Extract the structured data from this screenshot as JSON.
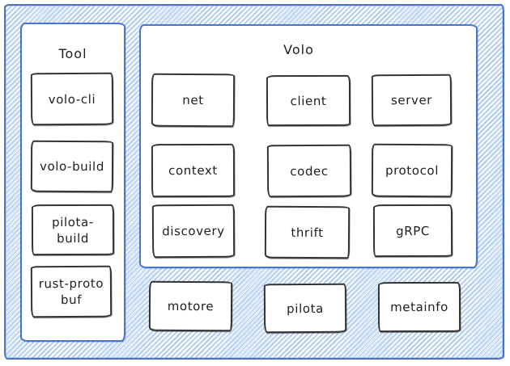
{
  "diagram": {
    "kind": "hand-drawn architecture diagram",
    "colors": {
      "frame_stroke": "#4a72c8",
      "hatch_stripe": "#aecdf0",
      "panel_stroke": "#4a75cc",
      "node_stroke": "#333333",
      "node_fill": "#ffffff",
      "text": "#1e1e1e",
      "background": "#ffffff"
    }
  },
  "groups": {
    "tool": {
      "title": "Tool",
      "nodes": [
        {
          "label": "volo-cli"
        },
        {
          "label": "volo-build"
        },
        {
          "label": "pilota-build"
        },
        {
          "label": "rust-protobuf"
        }
      ]
    },
    "volo": {
      "title": "Volo",
      "nodes": [
        {
          "label": "net"
        },
        {
          "label": "client"
        },
        {
          "label": "server"
        },
        {
          "label": "context"
        },
        {
          "label": "codec"
        },
        {
          "label": "protocol"
        },
        {
          "label": "discovery"
        },
        {
          "label": "thrift"
        },
        {
          "label": "gRPC"
        }
      ]
    }
  },
  "floating_nodes": [
    {
      "label": "motore"
    },
    {
      "label": "pilota"
    },
    {
      "label": "metainfo"
    }
  ]
}
